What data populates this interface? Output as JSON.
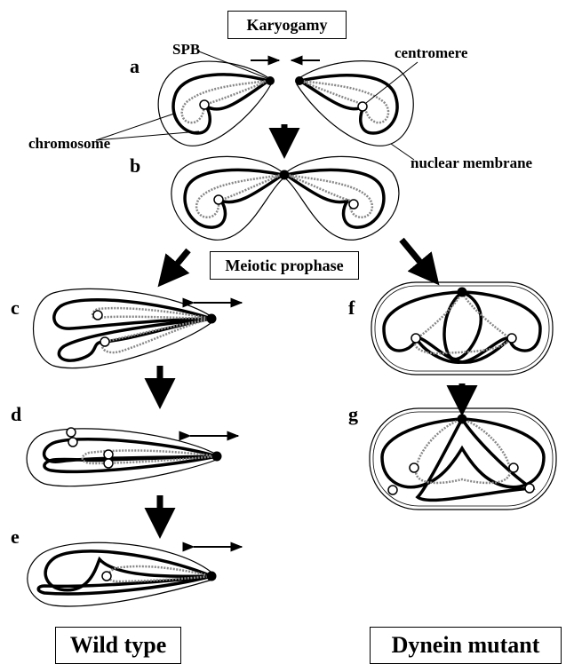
{
  "titles": {
    "karyogamy": "Karyogamy",
    "meiotic_prophase": "Meiotic prophase",
    "wild_type": "Wild type",
    "dynein_mutant": "Dynein mutant"
  },
  "panels": {
    "a": "a",
    "b": "b",
    "c": "c",
    "d": "d",
    "e": "e",
    "f": "f",
    "g": "g"
  },
  "annotations": {
    "spb": "SPB",
    "centromere": "centromere",
    "chromosome": "chromosome",
    "nuclear_membrane": "nuclear membrane"
  }
}
